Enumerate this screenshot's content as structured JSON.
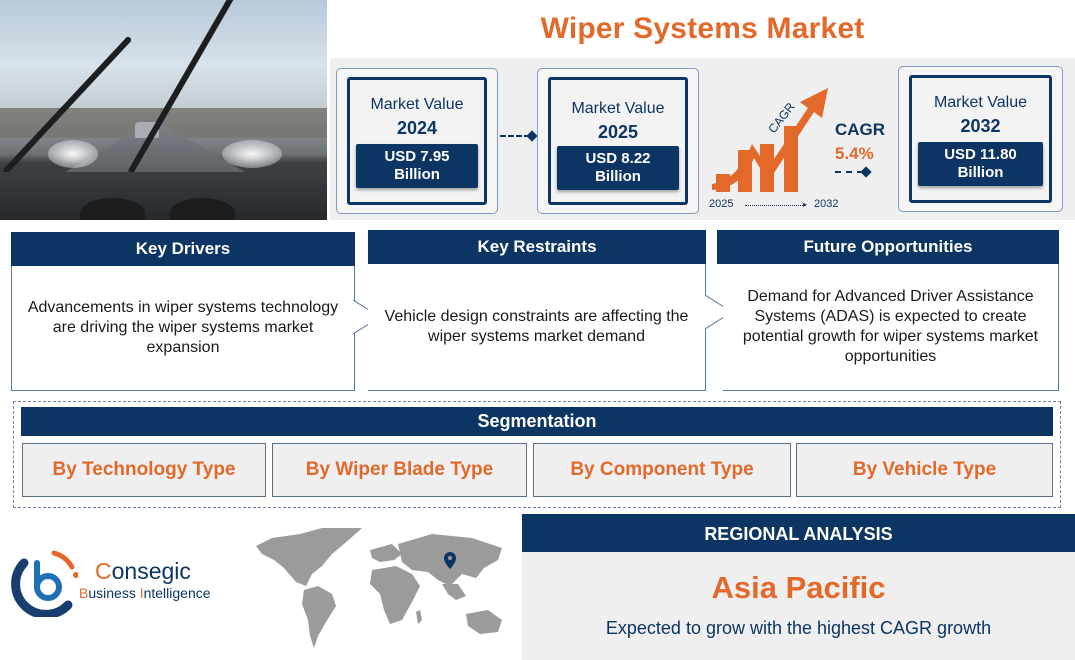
{
  "title": "Wiper Systems Market",
  "hero_image": {
    "alt": "Windshield wipers clearing a car windshield on a highway"
  },
  "market_values": [
    {
      "label": "Market Value",
      "year": "2024",
      "value_line1": "USD 7.95",
      "value_line2": "Billion"
    },
    {
      "label": "Market Value",
      "year": "2025",
      "value_line1": "USD 8.22",
      "value_line2": "Billion"
    },
    {
      "label": "Market Value",
      "year": "2032",
      "value_line1": "USD 11.80",
      "value_line2": "Billion"
    }
  ],
  "cagr": {
    "graphic_label": "CAGR",
    "title": "CAGR",
    "value": "5.4%",
    "start_year": "2025",
    "end_year": "2032"
  },
  "key_panels": [
    {
      "title": "Key Drivers",
      "text": "Advancements in wiper systems technology are driving the wiper systems market expansion"
    },
    {
      "title": "Key Restraints",
      "text": "Vehicle design constraints are affecting the wiper systems market demand"
    },
    {
      "title": "Future Opportunities",
      "text": "Demand for Advanced Driver Assistance Systems (ADAS) is expected to create potential growth for wiper systems market opportunities"
    }
  ],
  "segmentation": {
    "title": "Segmentation",
    "items": [
      "By Technology Type",
      "By Wiper Blade Type",
      "By Component Type",
      "By Vehicle Type"
    ]
  },
  "logo": {
    "name_initial": "C",
    "name_rest": "onsegic",
    "tag_b": "B",
    "tag_usiness": "usiness ",
    "tag_i": "I",
    "tag_ntelligence": "ntelligence"
  },
  "regional": {
    "title": "REGIONAL ANALYSIS",
    "region": "Asia Pacific",
    "description": "Expected to grow with the highest CAGR growth"
  },
  "colors": {
    "navy": "#0d3563",
    "orange": "#e3692a",
    "panel_gray": "#efefef"
  }
}
